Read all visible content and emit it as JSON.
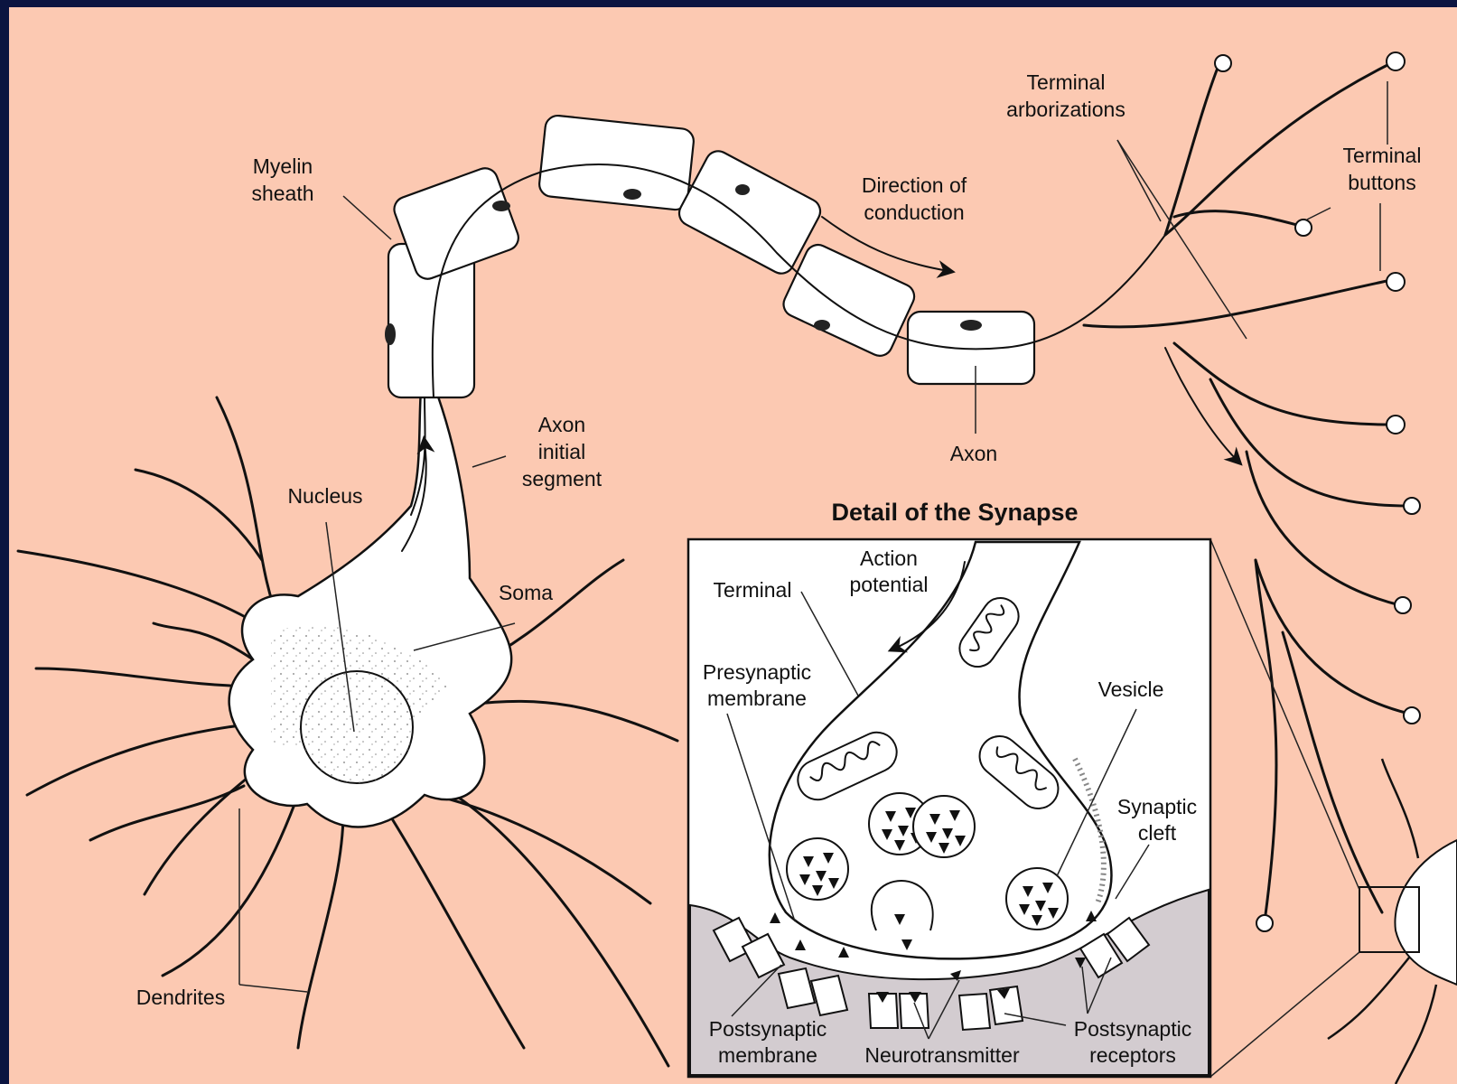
{
  "colors": {
    "background_frame": "#0b1440",
    "tissue": "#fcc9b2",
    "cell": "#ffffff",
    "outline": "#111111",
    "postsynaptic_cell": "#d3ccd0"
  },
  "labels": {
    "myelin_sheath": [
      "Myelin",
      "sheath"
    ],
    "direction_of_conduction": [
      "Direction of",
      "conduction"
    ],
    "terminal_arborizations": [
      "Terminal",
      "arborizations"
    ],
    "terminal_buttons": [
      "Terminal",
      "buttons"
    ],
    "axon_initial_segment": [
      "Axon",
      "initial",
      "segment"
    ],
    "nucleus": "Nucleus",
    "soma": "Soma",
    "axon": "Axon",
    "dendrites": "Dendrites"
  },
  "inset": {
    "title": "Detail of the Synapse",
    "labels": {
      "terminal": "Terminal",
      "action_potential": [
        "Action",
        "potential"
      ],
      "presynaptic_membrane": [
        "Presynaptic",
        "membrane"
      ],
      "vesicle": "Vesicle",
      "synaptic_cleft": [
        "Synaptic",
        "cleft"
      ],
      "postsynaptic_membrane": [
        "Postsynaptic",
        "membrane"
      ],
      "neurotransmitter": "Neurotransmitter",
      "postsynaptic_receptors": [
        "Postsynaptic",
        "receptors"
      ]
    }
  },
  "icons": [
    "arrow-icon",
    "vesicle-icon",
    "mitochondrion-icon"
  ]
}
